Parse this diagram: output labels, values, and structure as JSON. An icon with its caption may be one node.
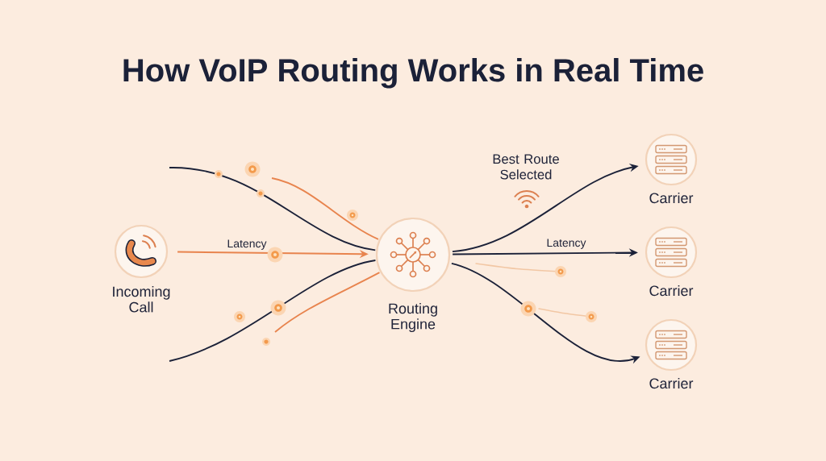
{
  "diagram": {
    "title": "How VoIP Routing Works in Real Time",
    "nodes": [
      {
        "text": [
          "Incoming Call"
        ]
      },
      {
        "text": [
          "Routing Engine"
        ]
      },
      {
        "text": [
          "Carrier"
        ]
      },
      {
        "text": [
          "Carrier"
        ]
      },
      {
        "text": [
          "Carrier"
        ]
      }
    ],
    "edges": [
      {
        "from": 0,
        "to": 1,
        "arrow": "to",
        "label": "Latency",
        "color": "#e8844e"
      },
      {
        "from": null,
        "to": 1,
        "arrow": "none"
      },
      {
        "from": null,
        "to": 1,
        "arrow": "none",
        "color": "#e8844e"
      },
      {
        "from": null,
        "to": 1,
        "arrow": "none"
      },
      {
        "from": null,
        "to": 1,
        "arrow": "none",
        "color": "#e8844e"
      },
      {
        "from": 1,
        "to": 2,
        "arrow": "to",
        "label": "Best Route Selected"
      },
      {
        "from": 1,
        "to": 3,
        "arrow": "to",
        "label": "Latency"
      },
      {
        "from": 1,
        "to": 4,
        "arrow": "to"
      }
    ]
  }
}
